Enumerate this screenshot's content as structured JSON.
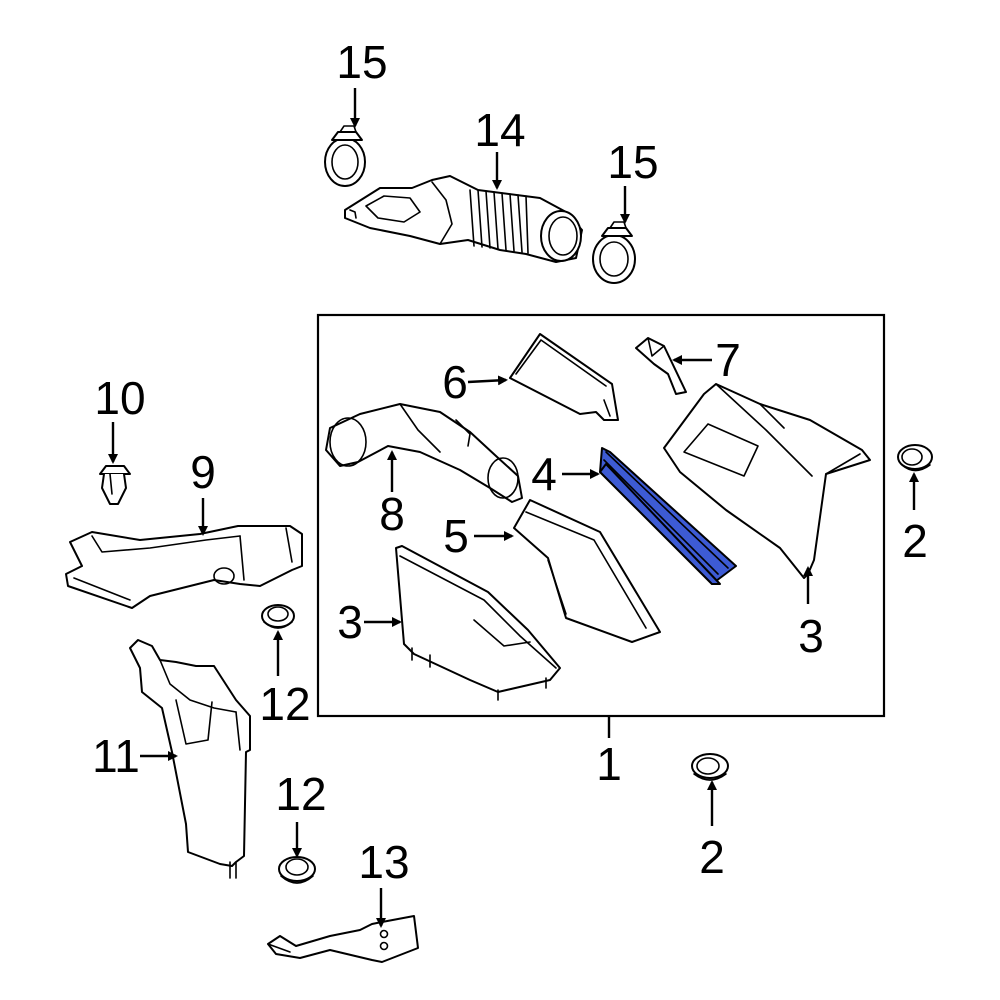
{
  "colors": {
    "highlight": "#3d5bd4",
    "line": "#000000",
    "background": "#ffffff"
  },
  "callouts": {
    "c1": "1",
    "c2a": "2",
    "c2b": "2",
    "c3a": "3",
    "c3b": "3",
    "c4": "4",
    "c5": "5",
    "c6": "6",
    "c7": "7",
    "c8": "8",
    "c9": "9",
    "c10": "10",
    "c11": "11",
    "c12a": "12",
    "c12b": "12",
    "c13": "13",
    "c14": "14",
    "c15a": "15",
    "c15b": "15"
  }
}
